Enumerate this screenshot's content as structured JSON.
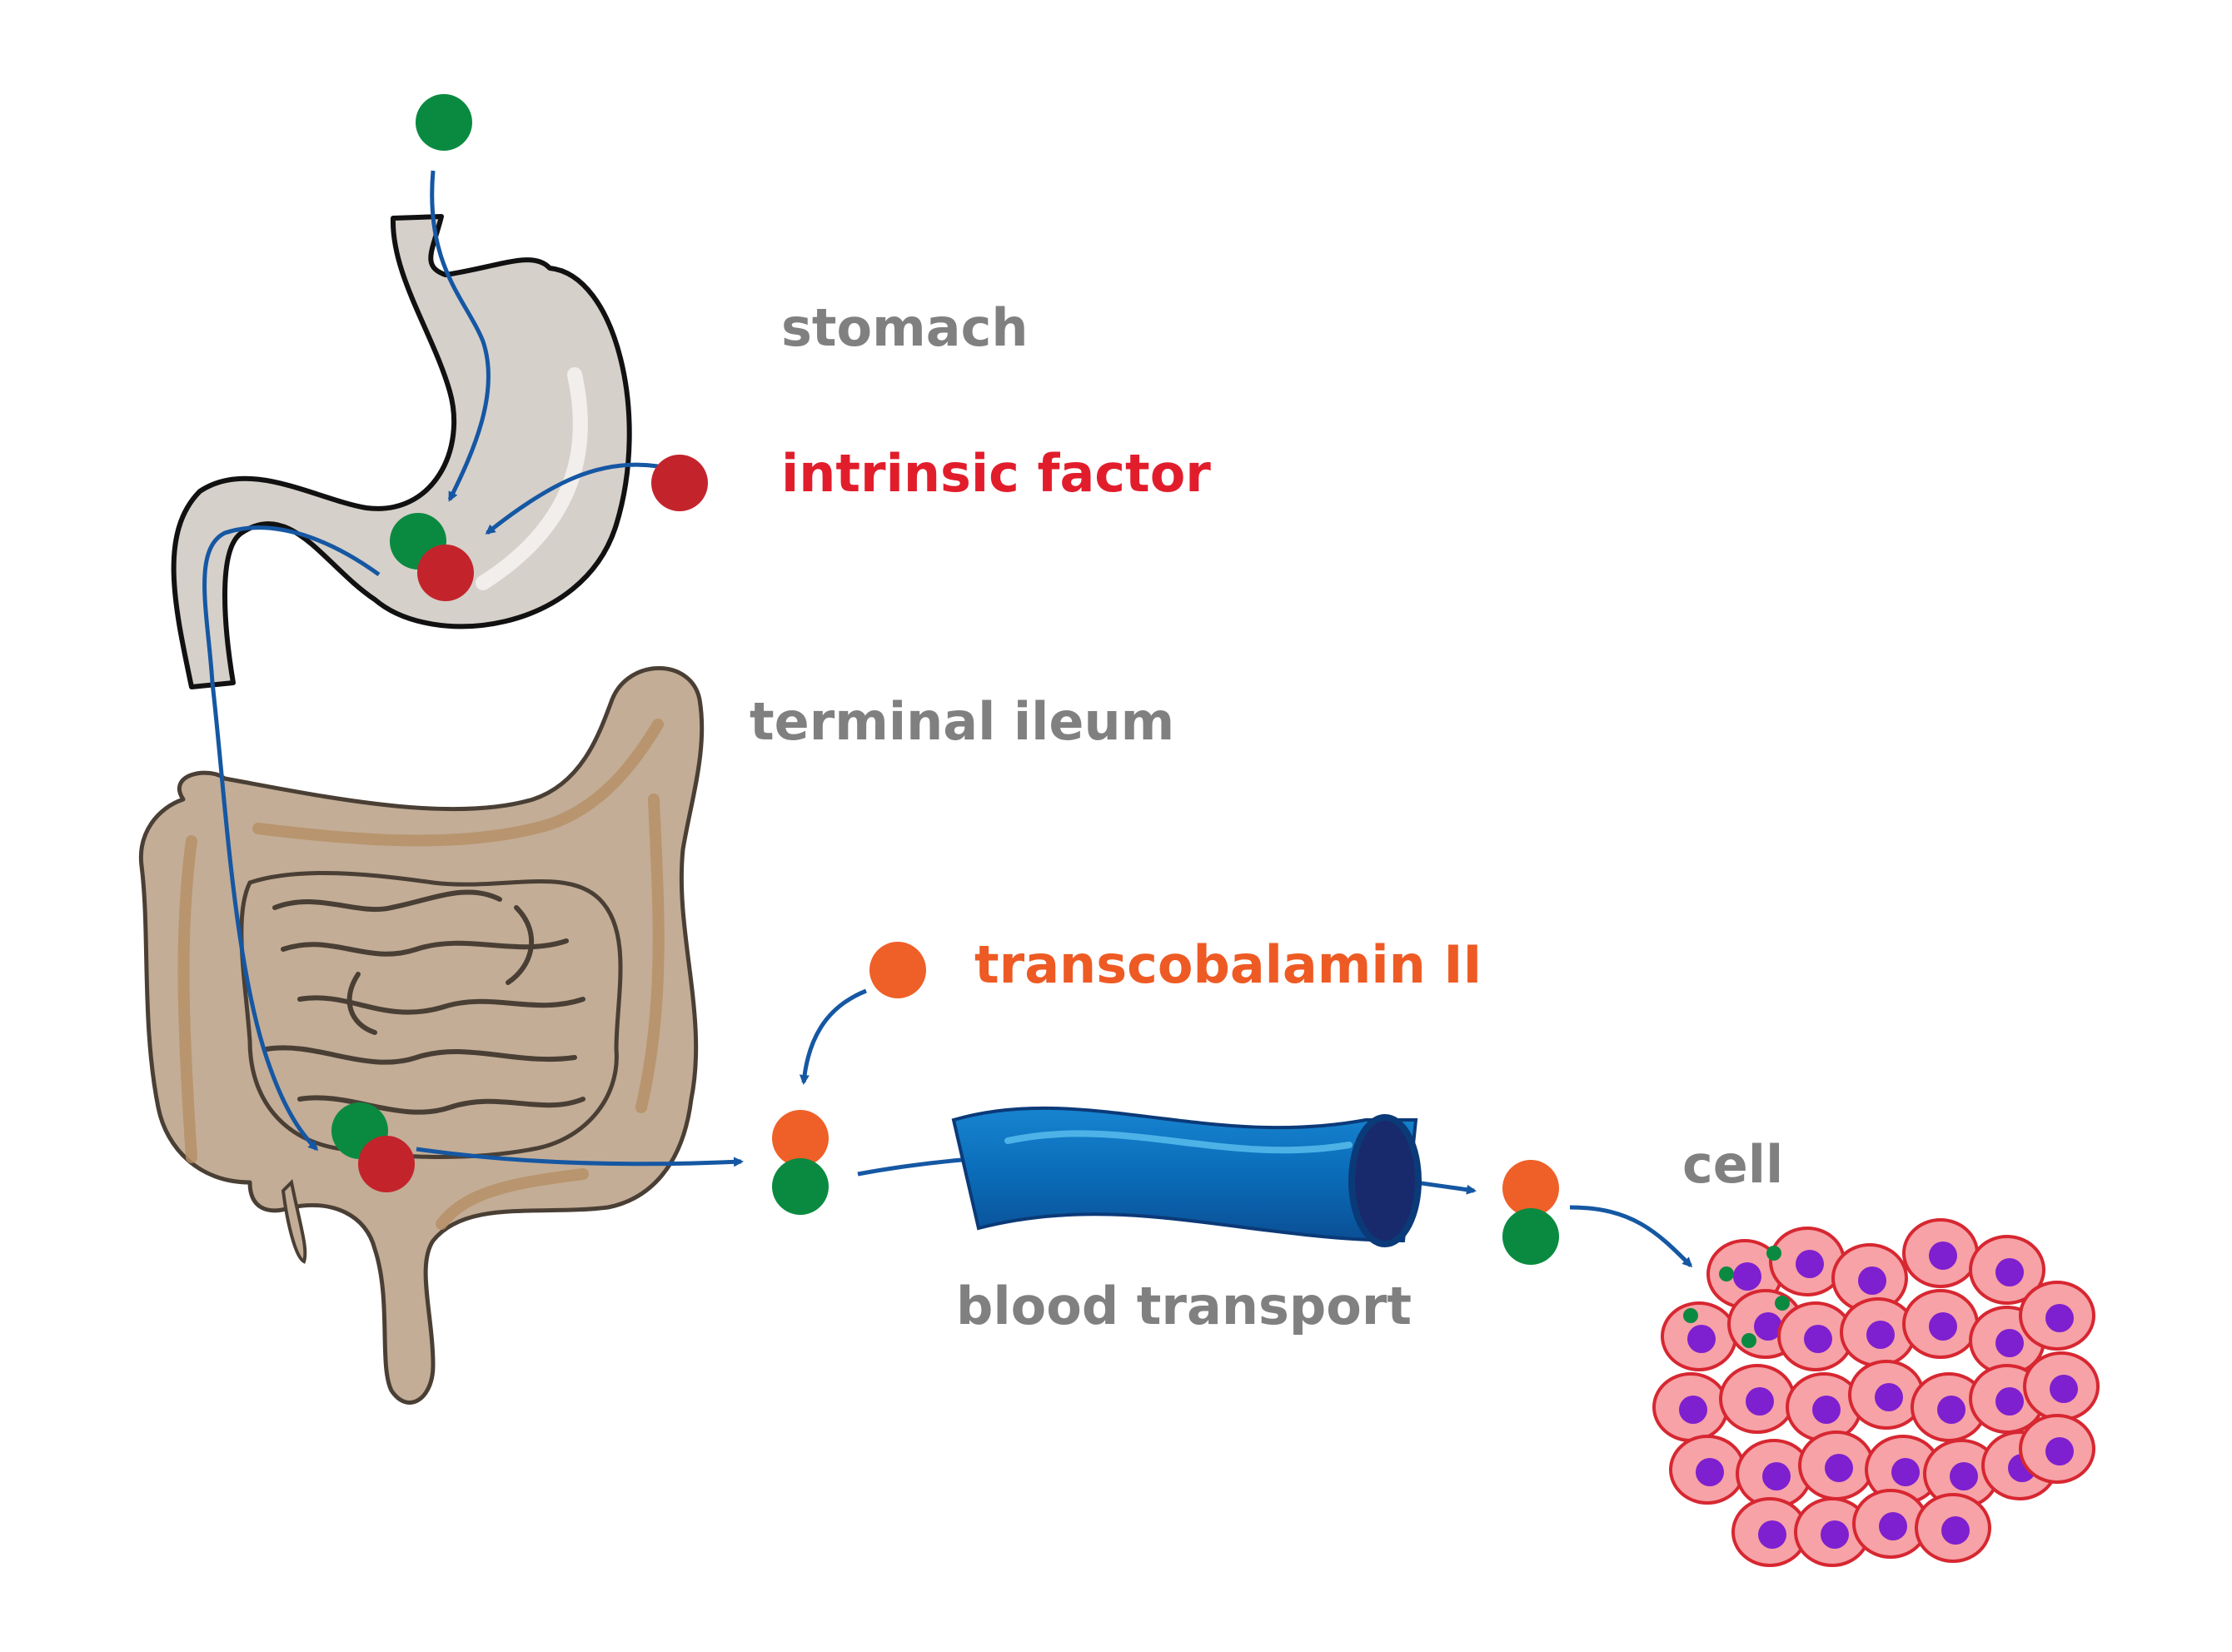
{
  "labels": {
    "stomach": "stomach",
    "intrinsic_factor": "intrinsic factor",
    "terminal_ileum": "terminal ileum",
    "transcobalamin": "transcobalamin II",
    "blood_transport": "blood transport",
    "cell": "cell"
  },
  "colors": {
    "label_gray": "#808080",
    "intrinsic_factor_red": "#e21d2b",
    "transcobalamin_orange": "#ee5a24",
    "b12_green": "#0a8a40",
    "intrinsic_factor_ball": "#c3242c",
    "transcobalamin_ball": "#ef5f28",
    "arrow_blue": "#1557a3",
    "stomach_fill": "#d6d0ca",
    "intestine_fill": "#c3ad96",
    "intestine_stripe": "#b58e64",
    "vessel_blue": "#0a6cb8",
    "vessel_dark": "#182a6c",
    "cell_fill": "#f6a2a6",
    "cell_edge": "#d72731",
    "nucleus": "#7e1fd0"
  },
  "icons": [
    "b12-molecule",
    "intrinsic-factor-molecule",
    "transcobalamin-molecule",
    "stomach-organ",
    "intestine-organ",
    "blood-vessel",
    "cell-cluster"
  ]
}
